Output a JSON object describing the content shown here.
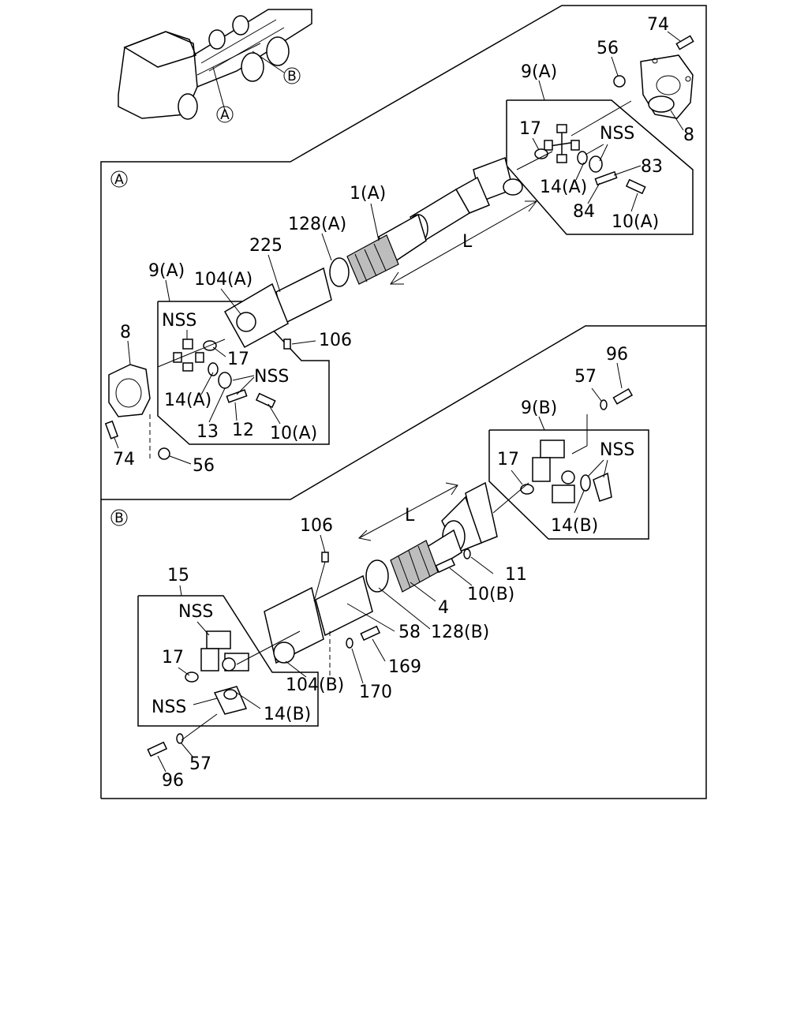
{
  "overview": {
    "marker_a": "A",
    "marker_b": "B"
  },
  "section_a": {
    "marker": "A",
    "labels": {
      "l74_top": "74",
      "l56_top": "56",
      "l9a_top": "9(A)",
      "l8_top": "8",
      "l17_top": "17",
      "lnss_top": "NSS",
      "l83": "83",
      "l14a_top": "14(A)",
      "l84": "84",
      "l10a_top": "10(A)",
      "l1a": "1(A)",
      "l128a": "128(A)",
      "lL": "L",
      "l225": "225",
      "l9a_left": "9(A)",
      "l104a": "104(A)",
      "lnss_left": "NSS",
      "l8_left": "8",
      "l17_left": "17",
      "l106": "106",
      "lnss_left2": "NSS",
      "l14a_left": "14(A)",
      "l13": "13",
      "l12": "12",
      "l10a_left": "10(A)",
      "l74_left": "74",
      "l56_left": "56"
    }
  },
  "section_b": {
    "marker": "B",
    "labels": {
      "l96_top": "96",
      "l57_top": "57",
      "l9b": "9(B)",
      "l17_right": "17",
      "lnss_right": "NSS",
      "l14b_right": "14(B)",
      "l106": "106",
      "lL": "L",
      "l11": "11",
      "l10b": "10(B)",
      "l4": "4",
      "l15": "15",
      "lnss_b1": "NSS",
      "l58": "58",
      "l128b": "128(B)",
      "l17_left": "17",
      "l169": "169",
      "l104b": "104(B)",
      "l170": "170",
      "lnss_b2": "NSS",
      "l14b_left": "14(B)",
      "l57_bottom": "57",
      "l96_bottom": "96"
    }
  }
}
